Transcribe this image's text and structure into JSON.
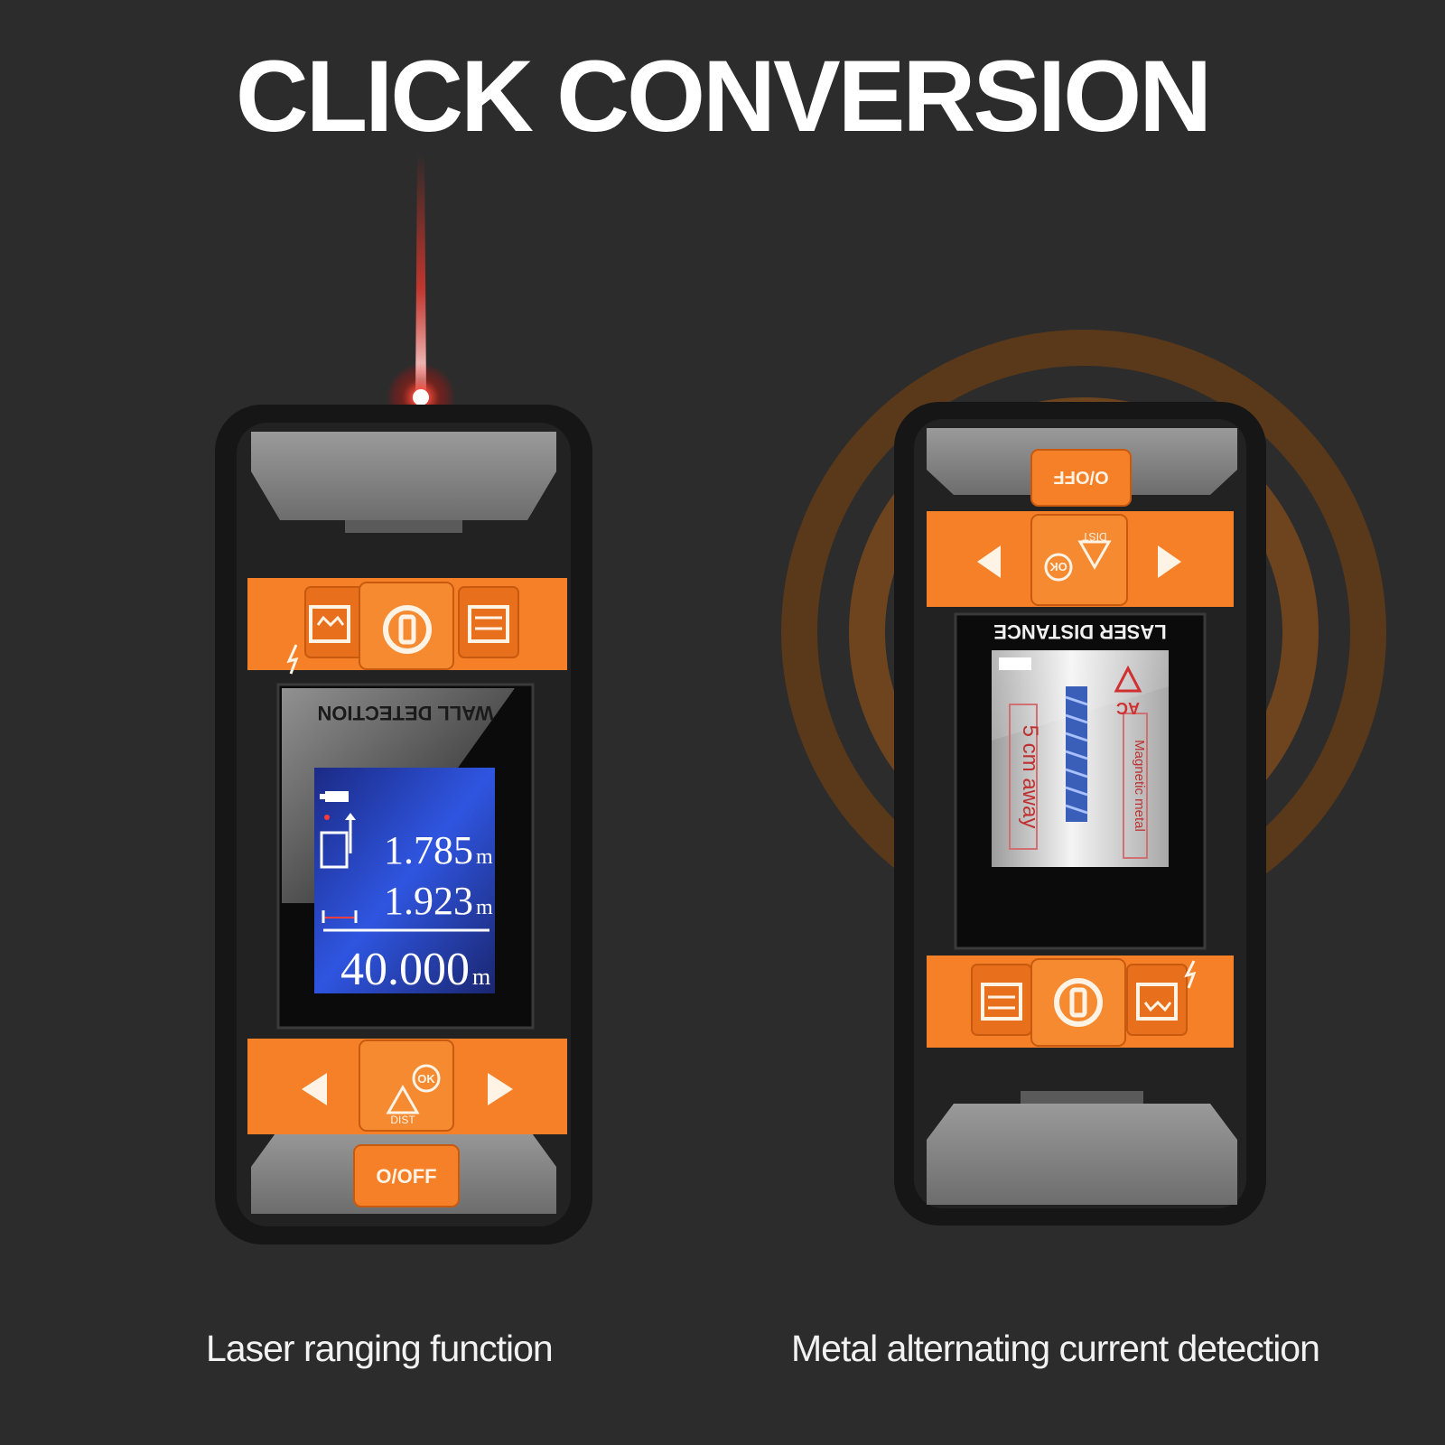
{
  "headline": "CLICK CONVERSION",
  "left_device": {
    "caption": "Laser ranging function",
    "screen_banner": "WALL DETECTION",
    "readouts": {
      "line1": "1.785",
      "line2": "1.923",
      "total": "40.000",
      "unit": "m"
    },
    "power_label": "O/OFF",
    "ok_label": "OK",
    "dist_label": "DIST"
  },
  "right_device": {
    "caption": "Metal alternating current detection",
    "screen_banner": "LASER DISTANCE",
    "detect_distance": "5 cm away",
    "detect_type": "Magnetic metal",
    "ac_label": "AC",
    "power_label": "O/OFF",
    "ok_label": "OK",
    "dist_label": "DIST"
  },
  "colors": {
    "accent": "#f58028",
    "laser": "#ff2a1f",
    "screen_blue": "#2a4fd8"
  }
}
